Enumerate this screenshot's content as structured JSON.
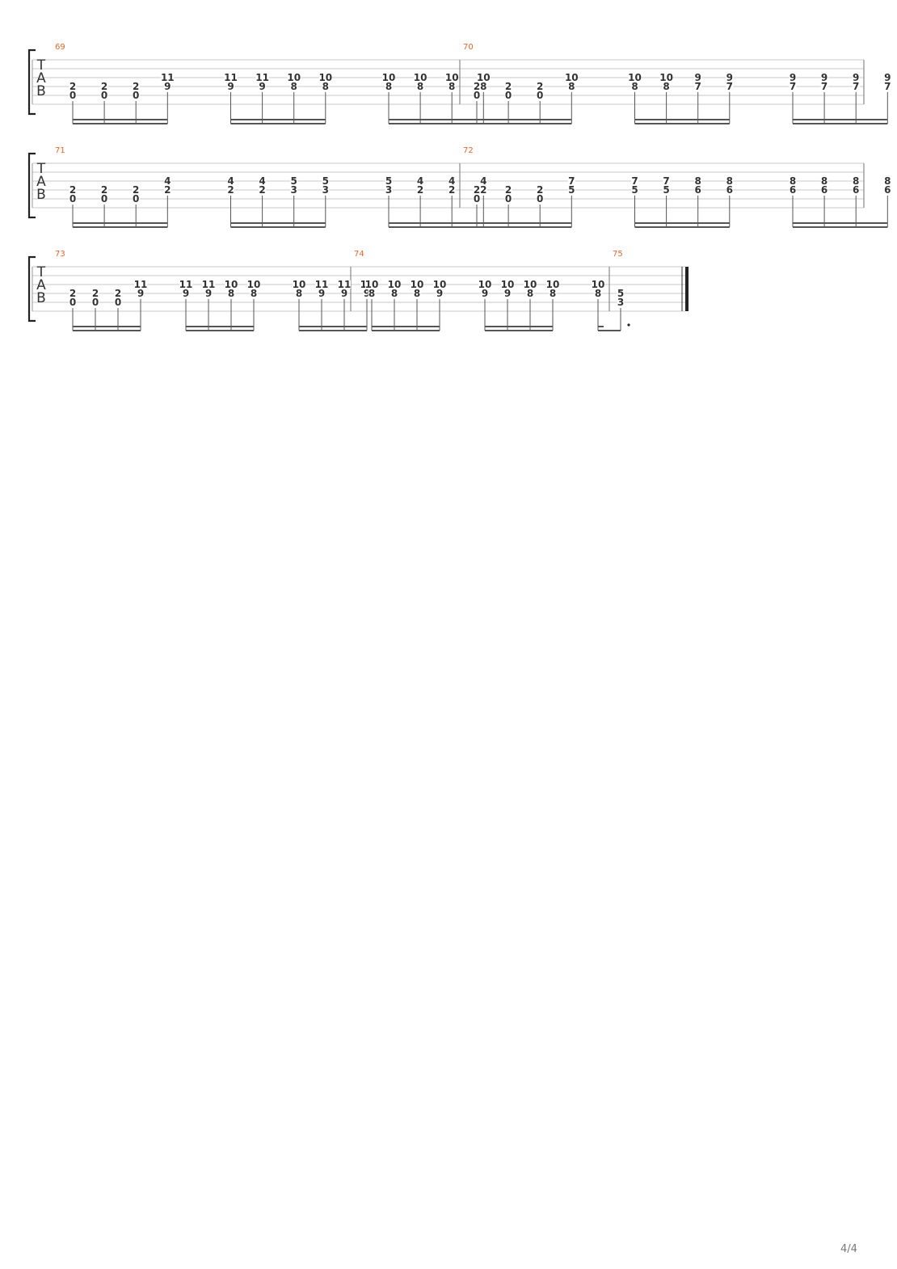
{
  "tab": {
    "clef": [
      "T",
      "A",
      "B"
    ],
    "colors": {
      "measure_number": "#e8662c",
      "staff_line": "#c8c8c8",
      "note": "#333333",
      "beam": "#555555"
    },
    "systems": [
      {
        "measures": [
          {
            "number": "69",
            "beat_groups": [
              [
                [
                  [
                    4,
                    "2"
                  ],
                  [
                    5,
                    "0"
                  ]
                ],
                [
                  [
                    4,
                    "2"
                  ],
                  [
                    5,
                    "0"
                  ]
                ],
                [
                  [
                    4,
                    "2"
                  ],
                  [
                    5,
                    "0"
                  ]
                ],
                [
                  [
                    3,
                    "11"
                  ],
                  [
                    4,
                    "9"
                  ]
                ]
              ],
              [
                [
                  [
                    3,
                    "11"
                  ],
                  [
                    4,
                    "9"
                  ]
                ],
                [
                  [
                    3,
                    "11"
                  ],
                  [
                    4,
                    "9"
                  ]
                ],
                [
                  [
                    3,
                    "10"
                  ],
                  [
                    4,
                    "8"
                  ]
                ],
                [
                  [
                    3,
                    "10"
                  ],
                  [
                    4,
                    "8"
                  ]
                ]
              ],
              [
                [
                  [
                    3,
                    "10"
                  ],
                  [
                    4,
                    "8"
                  ]
                ],
                [
                  [
                    3,
                    "10"
                  ],
                  [
                    4,
                    "8"
                  ]
                ],
                [
                  [
                    3,
                    "10"
                  ],
                  [
                    4,
                    "8"
                  ]
                ],
                [
                  [
                    3,
                    "10"
                  ],
                  [
                    4,
                    "8"
                  ]
                ]
              ]
            ]
          },
          {
            "number": "70",
            "beat_groups": [
              [
                [
                  [
                    4,
                    "2"
                  ],
                  [
                    5,
                    "0"
                  ]
                ],
                [
                  [
                    4,
                    "2"
                  ],
                  [
                    5,
                    "0"
                  ]
                ],
                [
                  [
                    4,
                    "2"
                  ],
                  [
                    5,
                    "0"
                  ]
                ],
                [
                  [
                    3,
                    "10"
                  ],
                  [
                    4,
                    "8"
                  ]
                ]
              ],
              [
                [
                  [
                    3,
                    "10"
                  ],
                  [
                    4,
                    "8"
                  ]
                ],
                [
                  [
                    3,
                    "10"
                  ],
                  [
                    4,
                    "8"
                  ]
                ],
                [
                  [
                    3,
                    "9"
                  ],
                  [
                    4,
                    "7"
                  ]
                ],
                [
                  [
                    3,
                    "9"
                  ],
                  [
                    4,
                    "7"
                  ]
                ]
              ],
              [
                [
                  [
                    3,
                    "9"
                  ],
                  [
                    4,
                    "7"
                  ]
                ],
                [
                  [
                    3,
                    "9"
                  ],
                  [
                    4,
                    "7"
                  ]
                ],
                [
                  [
                    3,
                    "9"
                  ],
                  [
                    4,
                    "7"
                  ]
                ],
                [
                  [
                    3,
                    "9"
                  ],
                  [
                    4,
                    "7"
                  ]
                ]
              ]
            ]
          }
        ]
      },
      {
        "measures": [
          {
            "number": "71",
            "beat_groups": [
              [
                [
                  [
                    4,
                    "2"
                  ],
                  [
                    5,
                    "0"
                  ]
                ],
                [
                  [
                    4,
                    "2"
                  ],
                  [
                    5,
                    "0"
                  ]
                ],
                [
                  [
                    4,
                    "2"
                  ],
                  [
                    5,
                    "0"
                  ]
                ],
                [
                  [
                    3,
                    "4"
                  ],
                  [
                    4,
                    "2"
                  ]
                ]
              ],
              [
                [
                  [
                    3,
                    "4"
                  ],
                  [
                    4,
                    "2"
                  ]
                ],
                [
                  [
                    3,
                    "4"
                  ],
                  [
                    4,
                    "2"
                  ]
                ],
                [
                  [
                    3,
                    "5"
                  ],
                  [
                    4,
                    "3"
                  ]
                ],
                [
                  [
                    3,
                    "5"
                  ],
                  [
                    4,
                    "3"
                  ]
                ]
              ],
              [
                [
                  [
                    3,
                    "5"
                  ],
                  [
                    4,
                    "3"
                  ]
                ],
                [
                  [
                    3,
                    "4"
                  ],
                  [
                    4,
                    "2"
                  ]
                ],
                [
                  [
                    3,
                    "4"
                  ],
                  [
                    4,
                    "2"
                  ]
                ],
                [
                  [
                    3,
                    "4"
                  ],
                  [
                    4,
                    "2"
                  ]
                ]
              ]
            ]
          },
          {
            "number": "72",
            "beat_groups": [
              [
                [
                  [
                    4,
                    "2"
                  ],
                  [
                    5,
                    "0"
                  ]
                ],
                [
                  [
                    4,
                    "2"
                  ],
                  [
                    5,
                    "0"
                  ]
                ],
                [
                  [
                    4,
                    "2"
                  ],
                  [
                    5,
                    "0"
                  ]
                ],
                [
                  [
                    3,
                    "7"
                  ],
                  [
                    4,
                    "5"
                  ]
                ]
              ],
              [
                [
                  [
                    3,
                    "7"
                  ],
                  [
                    4,
                    "5"
                  ]
                ],
                [
                  [
                    3,
                    "7"
                  ],
                  [
                    4,
                    "5"
                  ]
                ],
                [
                  [
                    3,
                    "8"
                  ],
                  [
                    4,
                    "6"
                  ]
                ],
                [
                  [
                    3,
                    "8"
                  ],
                  [
                    4,
                    "6"
                  ]
                ]
              ],
              [
                [
                  [
                    3,
                    "8"
                  ],
                  [
                    4,
                    "6"
                  ]
                ],
                [
                  [
                    3,
                    "8"
                  ],
                  [
                    4,
                    "6"
                  ]
                ],
                [
                  [
                    3,
                    "8"
                  ],
                  [
                    4,
                    "6"
                  ]
                ],
                [
                  [
                    3,
                    "8"
                  ],
                  [
                    4,
                    "6"
                  ]
                ]
              ]
            ]
          }
        ]
      },
      {
        "measures": [
          {
            "number": "73",
            "beat_groups": [
              [
                [
                  [
                    4,
                    "2"
                  ],
                  [
                    5,
                    "0"
                  ]
                ],
                [
                  [
                    4,
                    "2"
                  ],
                  [
                    5,
                    "0"
                  ]
                ],
                [
                  [
                    4,
                    "2"
                  ],
                  [
                    5,
                    "0"
                  ]
                ],
                [
                  [
                    3,
                    "11"
                  ],
                  [
                    4,
                    "9"
                  ]
                ]
              ],
              [
                [
                  [
                    3,
                    "11"
                  ],
                  [
                    4,
                    "9"
                  ]
                ],
                [
                  [
                    3,
                    "11"
                  ],
                  [
                    4,
                    "9"
                  ]
                ],
                [
                  [
                    3,
                    "10"
                  ],
                  [
                    4,
                    "8"
                  ]
                ],
                [
                  [
                    3,
                    "10"
                  ],
                  [
                    4,
                    "8"
                  ]
                ]
              ],
              [
                [
                  [
                    3,
                    "10"
                  ],
                  [
                    4,
                    "8"
                  ]
                ],
                [
                  [
                    3,
                    "11"
                  ],
                  [
                    4,
                    "9"
                  ]
                ],
                [
                  [
                    3,
                    "11"
                  ],
                  [
                    4,
                    "9"
                  ]
                ],
                [
                  [
                    3,
                    "11"
                  ],
                  [
                    4,
                    "9"
                  ]
                ]
              ]
            ]
          },
          {
            "number": "74",
            "beat_groups": [
              [
                [
                  [
                    3,
                    "10"
                  ],
                  [
                    4,
                    "8"
                  ]
                ],
                [
                  [
                    3,
                    "10"
                  ],
                  [
                    4,
                    "8"
                  ]
                ],
                [
                  [
                    3,
                    "10"
                  ],
                  [
                    4,
                    "8"
                  ]
                ],
                [
                  [
                    3,
                    "10"
                  ],
                  [
                    4,
                    "9"
                  ]
                ]
              ],
              [
                [
                  [
                    3,
                    "10"
                  ],
                  [
                    4,
                    "9"
                  ]
                ],
                [
                  [
                    3,
                    "10"
                  ],
                  [
                    4,
                    "9"
                  ]
                ],
                [
                  [
                    3,
                    "10"
                  ],
                  [
                    4,
                    "8"
                  ]
                ],
                [
                  [
                    3,
                    "10"
                  ],
                  [
                    4,
                    "8"
                  ]
                ]
              ],
              [
                [
                  [
                    3,
                    "10"
                  ],
                  [
                    4,
                    "8"
                  ]
                ],
                [
                  [
                    4,
                    "5"
                  ],
                  [
                    5,
                    "3"
                  ]
                ]
              ]
            ]
          },
          {
            "number": "75",
            "beat_groups": []
          }
        ]
      }
    ]
  },
  "footer": {
    "page_number": "4/4"
  }
}
